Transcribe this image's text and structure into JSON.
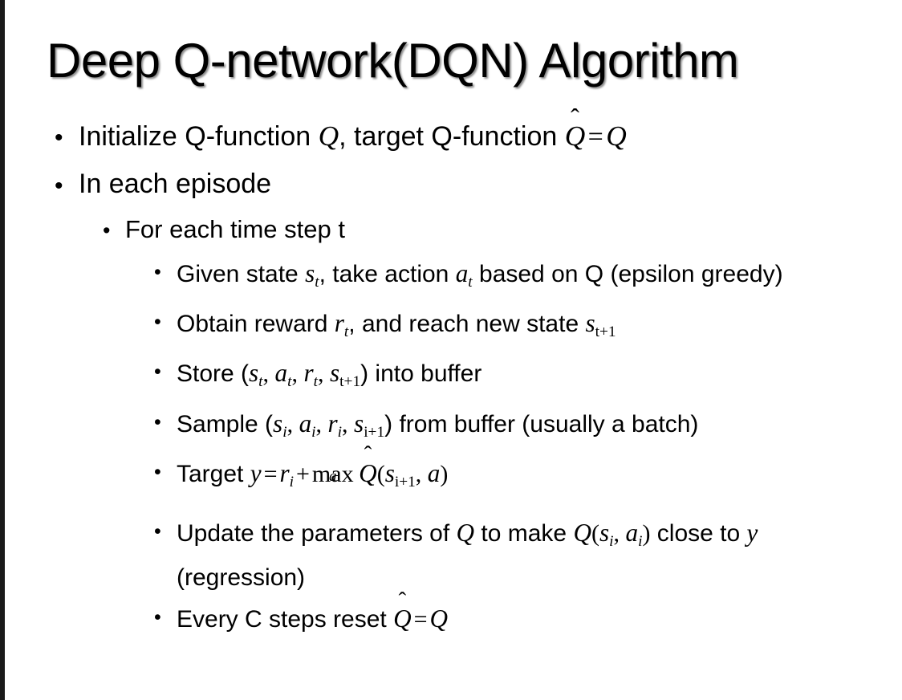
{
  "slide": {
    "title": "Deep Q-network(DQN) Algorithm",
    "background_color": "#ffffff",
    "text_color": "#000000",
    "left_edge_color": "#1a1a1a"
  },
  "bullets": {
    "marker": "•",
    "level1": [
      {
        "id": "initialize",
        "prefix": "Initialize Q-function ",
        "var_q": "Q",
        "mid": ", target Q-function ",
        "hat_q": "Q",
        "hat": "̂",
        "eq": "=",
        "var_q2": "Q"
      },
      {
        "id": "in-each-episode",
        "text": "In each episode"
      }
    ],
    "level2": [
      {
        "id": "for-each-time-step",
        "text": "For each time step t"
      }
    ],
    "level3": [
      {
        "id": "given-state",
        "seg1": "Given state ",
        "var_s": "s",
        "sub_t": "t",
        "seg2": ", take action ",
        "var_a": "a",
        "sub_t2": "t",
        "seg3": " based on Q (epsilon greedy)"
      },
      {
        "id": "obtain-reward",
        "seg1": "Obtain reward ",
        "var_r": "r",
        "sub_t": "t",
        "seg2": ", and reach new state ",
        "var_s": "s",
        "sub_t1": "t+1"
      },
      {
        "id": "store-buffer",
        "seg1": "Store (",
        "var_s": "s",
        "sub_t": "t",
        "c1": ", ",
        "var_a": "a",
        "sub_t2": "t",
        "c2": ", ",
        "var_r": "r",
        "sub_t3": "t",
        "c3": ", ",
        "var_s2": "s",
        "sub_t1": "t+1",
        "seg2": ") into buffer"
      },
      {
        "id": "sample-buffer",
        "seg1": "Sample (",
        "var_s": "s",
        "sub_i": "i",
        "c1": ", ",
        "var_a": "a",
        "sub_i2": "i",
        "c2": ", ",
        "var_r": "r",
        "sub_i3": "i",
        "c3": ", ",
        "var_s2": "s",
        "sub_i1": "i+1",
        "seg2": ") from buffer (usually a batch)"
      },
      {
        "id": "target",
        "seg1": "Target ",
        "var_y": "y",
        "eq": "=",
        "var_r": "r",
        "sub_i": "i",
        "plus": "+",
        "max_op": "max",
        "max_under": "a",
        "hat_q": "Q",
        "hat": "̂",
        "paren_open": "(",
        "var_s": "s",
        "sub_i1": "i+1",
        "comma": ", ",
        "var_a": "a",
        "paren_close": ")"
      },
      {
        "id": "update-parameters",
        "seg1": "Update the parameters of ",
        "var_q": "Q",
        "seg2": " to make ",
        "var_q2": "Q",
        "paren_open": "(",
        "var_s": "s",
        "sub_i": "i",
        "c1": ", ",
        "var_a": "a",
        "sub_i2": "i",
        "paren_close": ")",
        "seg3": " close to ",
        "var_y": "y",
        "seg4": " (regression)"
      },
      {
        "id": "every-c-steps",
        "seg1": "Every C steps reset ",
        "hat_q": "Q",
        "hat": "̂",
        "eq": "=",
        "var_q": "Q"
      }
    ]
  }
}
